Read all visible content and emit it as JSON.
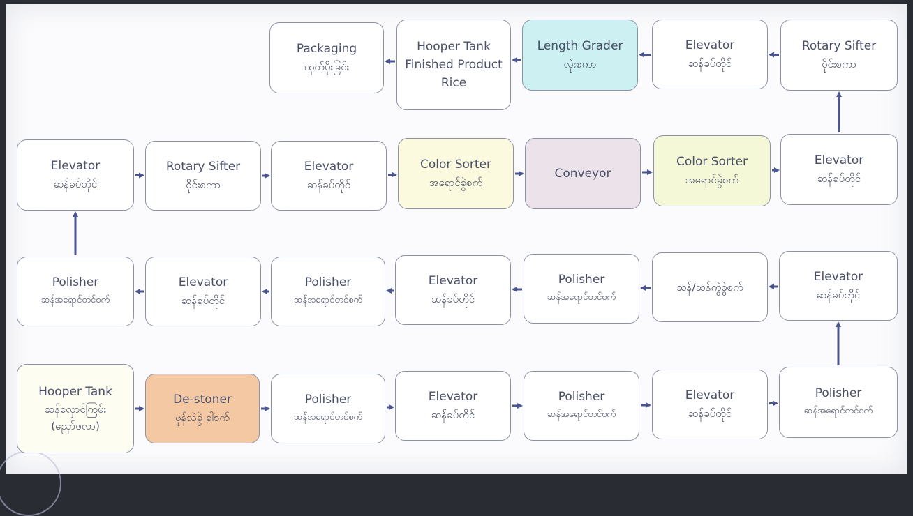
{
  "nodes": {
    "packaging": {
      "line1": "Packaging",
      "line2": "ထုတ်ပိုးခြင်း",
      "color": "#ffffff"
    },
    "hopper_finished": {
      "line1": "Hooper Tank",
      "line2": "Finished Product",
      "line3": "Rice",
      "color": "#ffffff"
    },
    "length_grader": {
      "line1": "Length Grader",
      "line2": "လုံးစကာ",
      "color": "#cdf0f3"
    },
    "elevator_r1_c4": {
      "line1": "Elevator",
      "line2": "ဆန်ခပ်တိုင်",
      "color": "#ffffff"
    },
    "rotary_r1_c5": {
      "line1": "Rotary Sifter",
      "line2": "ဝိုင်းစကာ",
      "color": "#ffffff"
    },
    "elevator_r2_c1": {
      "line1": "Elevator",
      "line2": "ဆန်ခပ်တိုင်",
      "color": "#ffffff"
    },
    "rotary_r2_c2": {
      "line1": "Rotary Sifter",
      "line2": "ဝိုင်းစကာ",
      "color": "#ffffff"
    },
    "elevator_r2_c3": {
      "line1": "Elevator",
      "line2": "ဆန်ခပ်တိုင်",
      "color": "#ffffff"
    },
    "color_sorter_1": {
      "line1": "Color Sorter",
      "line2": "အရောင်ခွဲစက်",
      "color": "#fbfadf"
    },
    "conveyor": {
      "line1": "Conveyor",
      "color": "#ece3ea"
    },
    "color_sorter_2": {
      "line1": "Color Sorter",
      "line2": "အရောင်ခွဲစက်",
      "color": "#f4f8d6"
    },
    "elevator_r2_c7": {
      "line1": "Elevator",
      "line2": "ဆန်ခပ်တိုင်",
      "color": "#ffffff"
    },
    "polisher_r3_c1": {
      "line1": "Polisher",
      "line2": "ဆန်အရောင်တင်စက်",
      "color": "#ffffff"
    },
    "elevator_r3_c2": {
      "line1": "Elevator",
      "line2": "ဆန်ခပ်တိုင်",
      "color": "#ffffff"
    },
    "polisher_r3_c3": {
      "line1": "Polisher",
      "line2": "ဆန်အရောင်တင်စက်",
      "color": "#ffffff"
    },
    "elevator_r3_c4": {
      "line1": "Elevator",
      "line2": "ဆန်ခပ်တိုင်",
      "color": "#ffffff"
    },
    "polisher_r3_c5": {
      "line1": "Polisher",
      "line2": "ဆန်အရောင်တင်စက်",
      "color": "#ffffff"
    },
    "separator_r3_c6": {
      "line1": "ဆန်/ဆန်ကွဲခွဲစက်",
      "color": "#ffffff"
    },
    "elevator_r3_c7": {
      "line1": "Elevator",
      "line2": "ဆန်ခပ်တိုင်",
      "color": "#ffffff"
    },
    "hopper_raw": {
      "line1": "Hooper Tank",
      "line2": "ဆန်လှောင်ကြမ်း",
      "line3": "(ညှော်ဖလာ)",
      "color": "#fefdf2"
    },
    "destoner": {
      "line1": "De-stoner",
      "line2": "ဖုန်သဲခွဲ ခါစက်",
      "color": "#f4c8a2"
    },
    "polisher_r4_c3": {
      "line1": "Polisher",
      "line2": "ဆန်အရောင်တင်စက်",
      "color": "#ffffff"
    },
    "elevator_r4_c4": {
      "line1": "Elevator",
      "line2": "ဆန်ခပ်တိုင်",
      "color": "#ffffff"
    },
    "polisher_r4_c5": {
      "line1": "Polisher",
      "line2": "ဆန်အရောင်တင်စက်",
      "color": "#ffffff"
    },
    "elevator_r4_c6": {
      "line1": "Elevator",
      "line2": "ဆန်ခပ်တိုင်",
      "color": "#ffffff"
    },
    "polisher_r4_c7": {
      "line1": "Polisher",
      "line2": "ဆန်အရောင်တင်စက်",
      "color": "#ffffff"
    }
  },
  "edges": [
    [
      "hopper_raw",
      "destoner"
    ],
    [
      "destoner",
      "polisher_r4_c3"
    ],
    [
      "polisher_r4_c3",
      "elevator_r4_c4"
    ],
    [
      "elevator_r4_c4",
      "polisher_r4_c5"
    ],
    [
      "polisher_r4_c5",
      "elevator_r4_c6"
    ],
    [
      "elevator_r4_c6",
      "polisher_r4_c7"
    ],
    [
      "polisher_r4_c7",
      "elevator_r3_c7"
    ],
    [
      "elevator_r3_c7",
      "separator_r3_c6"
    ],
    [
      "separator_r3_c6",
      "polisher_r3_c5"
    ],
    [
      "polisher_r3_c5",
      "elevator_r3_c4"
    ],
    [
      "elevator_r3_c4",
      "polisher_r3_c3"
    ],
    [
      "polisher_r3_c3",
      "elevator_r3_c2"
    ],
    [
      "elevator_r3_c2",
      "polisher_r3_c1"
    ],
    [
      "polisher_r3_c1",
      "elevator_r2_c1"
    ],
    [
      "elevator_r2_c1",
      "rotary_r2_c2"
    ],
    [
      "rotary_r2_c2",
      "elevator_r2_c3"
    ],
    [
      "elevator_r2_c3",
      "color_sorter_1"
    ],
    [
      "color_sorter_1",
      "conveyor"
    ],
    [
      "conveyor",
      "color_sorter_2"
    ],
    [
      "color_sorter_2",
      "elevator_r2_c7"
    ],
    [
      "elevator_r2_c7",
      "rotary_r1_c5"
    ],
    [
      "rotary_r1_c5",
      "elevator_r1_c4"
    ],
    [
      "elevator_r1_c4",
      "length_grader"
    ],
    [
      "length_grader",
      "hopper_finished"
    ],
    [
      "hopper_finished",
      "packaging"
    ]
  ],
  "arrow_color": "#4a5590"
}
